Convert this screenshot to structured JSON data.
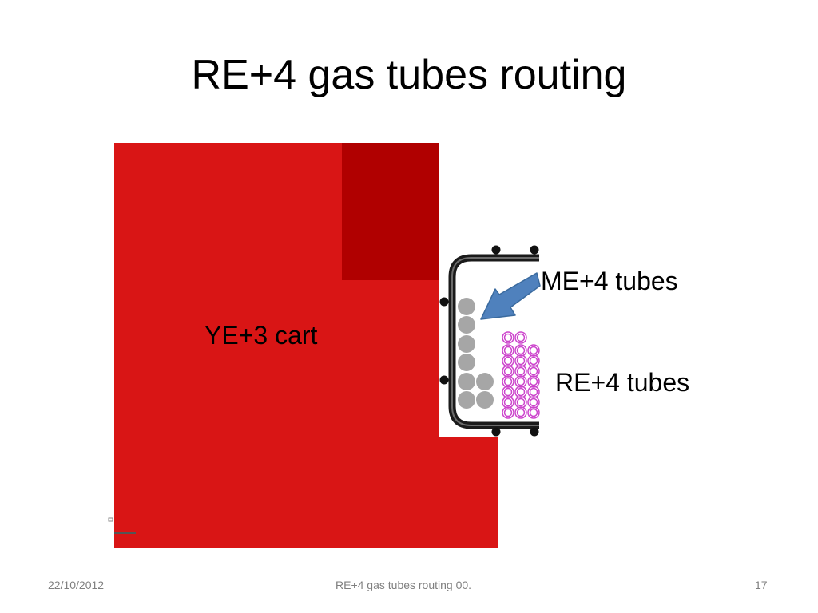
{
  "slide": {
    "title": "RE+4 gas tubes routing",
    "labels": {
      "cart": "YE+3 cart",
      "me_tubes": "ME+4 tubes",
      "re_tubes": "RE+4 tubes"
    },
    "footer": {
      "date": "22/10/2012",
      "center": "RE+4 gas tubes routing 00.",
      "page": "17"
    }
  },
  "colors": {
    "cart_red": "#d91515",
    "cart_dark_red": "#b00000",
    "me_tube_gray": "#a6a6a6",
    "re_tube_magenta": "#cc44cc",
    "arrow_blue": "#4f81bd",
    "bracket_black": "#1a1a1a",
    "footer_gray": "#7f7f7f"
  }
}
